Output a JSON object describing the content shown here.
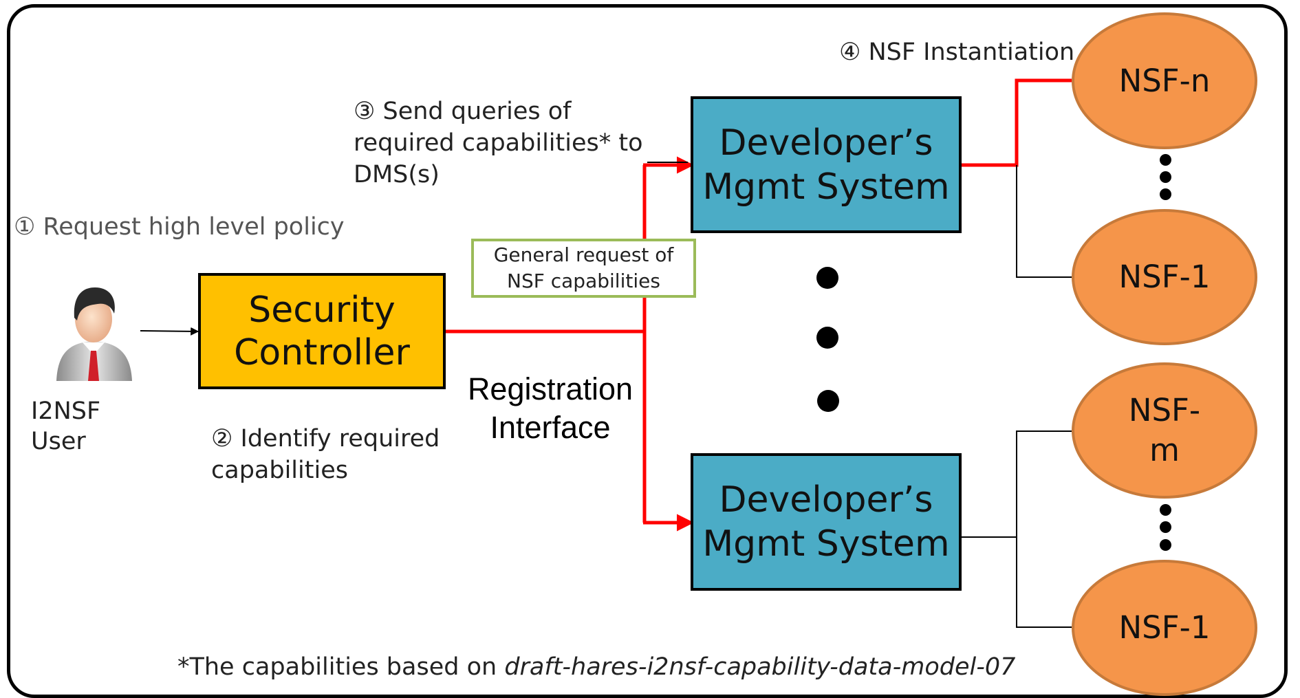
{
  "steps": {
    "step1": "① Request high level policy",
    "step2_line1": "② Identify required",
    "step2_line2": "capabilities",
    "step3_line1": "③ Send queries of",
    "step3_line2": "required capabilities* to",
    "step3_line3": "DMS(s)",
    "step4": "④ NSF Instantiation"
  },
  "user": {
    "label_line1": "I2NSF",
    "label_line2": "User",
    "icon": "user-icon"
  },
  "security_controller": {
    "line1": "Security",
    "line2": "Controller",
    "color": "#ffc000"
  },
  "general_request": {
    "line1": "General request of",
    "line2": "NSF capabilities",
    "border_color": "#9bbb59"
  },
  "registration_interface": {
    "line1": "Registration",
    "line2": "Interface"
  },
  "dms_top": {
    "line1": "Developer’s",
    "line2": "Mgmt System",
    "color": "#4bacc6"
  },
  "dms_bottom": {
    "line1": "Developer’s",
    "line2": "Mgmt System",
    "color": "#4bacc6"
  },
  "nsfs": {
    "nsf_n": "NSF-n",
    "nsf_1_top": "NSF-1",
    "nsf_m_line1": "NSF-",
    "nsf_m_line2": "m",
    "nsf_1_bottom": "NSF-1",
    "color": "#f5954a"
  },
  "footnote": {
    "prefix": "*The capabilities based on ",
    "reference": "draft-hares-i2nsf-capability-data-model-07"
  },
  "colors": {
    "red_line": "#ff0000",
    "black_line": "#000000"
  }
}
